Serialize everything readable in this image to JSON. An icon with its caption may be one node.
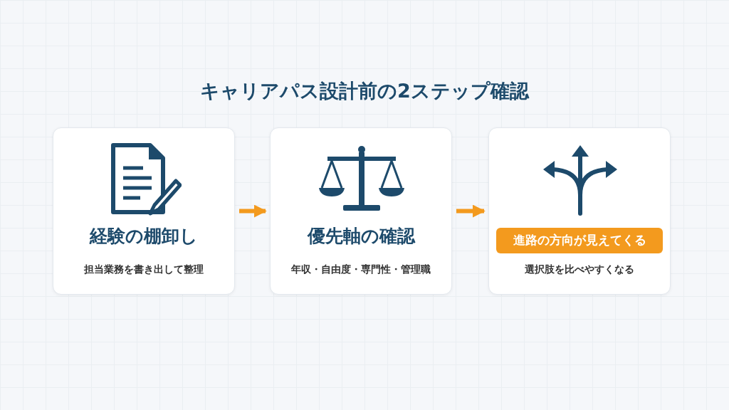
{
  "diagram": {
    "title": "キャリアパス設計前の2ステップ確認",
    "nodes": [
      {
        "text": [
          "経験の棚卸し",
          "担当業務を書き出して整理"
        ]
      },
      {
        "text": [
          "優先軸の確認",
          "年収・自由度・専門性・管理職"
        ]
      },
      {
        "text": [
          "選択肢を比べやすくなる"
        ]
      },
      {
        "text": [
          "進路の方向が見えてくる"
        ],
        "in": 2
      }
    ],
    "edges": [
      {
        "from": 0,
        "to": 1,
        "arrow": "to"
      },
      {
        "from": 1,
        "to": 2,
        "arrow": "to"
      }
    ]
  }
}
